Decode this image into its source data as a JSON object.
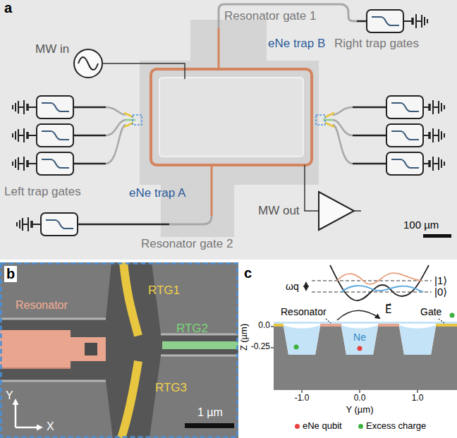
{
  "diagram": {
    "labels": [
      "a",
      "MW in",
      "Resonator gate 1",
      "eNe trap B",
      "Right trap gates",
      "Left trap gates",
      "eNe trap A",
      "MW out",
      "100 µm",
      "Resonator gate 2",
      "b",
      "Resonator",
      "RTG1",
      "RTG2",
      "RTG3",
      "Y",
      "X",
      "1 µm",
      "c",
      "ωq",
      "|1⟩",
      "|0⟩",
      "Resonator",
      "Ne",
      "E⃗",
      "Gate",
      "0.0",
      "-0.25",
      "Z (µm)",
      "-1.0",
      "0.0",
      "1.0",
      "Y (µm)"
    ],
    "legend": [
      {
        "text": "eNe qubit",
        "color": "#e84040"
      },
      {
        "text": "Excess charge",
        "color": "#40b040"
      }
    ]
  }
}
